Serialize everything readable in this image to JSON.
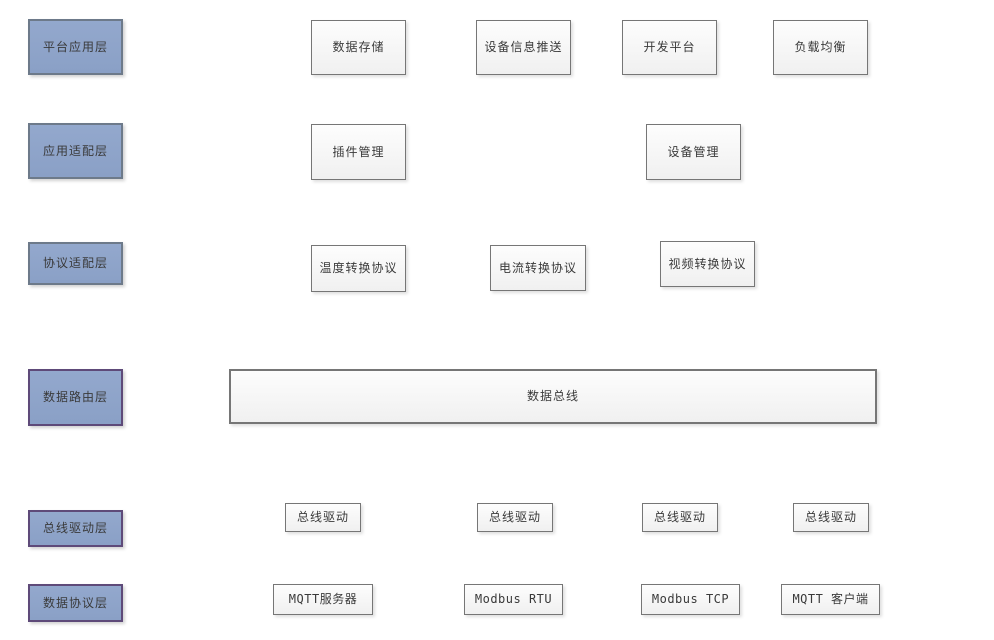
{
  "colors": {
    "layer_fill": "#8ea4c9",
    "layer_border_gray": "#6d7a8a",
    "layer_border_purple": "#5e4a79",
    "node_border": "#767676",
    "node_fill_top": "#fdfdfd",
    "node_fill_bottom": "#f0f0f0",
    "text": "#3a3a3a",
    "background": "#ffffff"
  },
  "layers": [
    {
      "label": "平台应用层"
    },
    {
      "label": "应用适配层"
    },
    {
      "label": "协议适配层"
    },
    {
      "label": "数据路由层"
    },
    {
      "label": "总线驱动层"
    },
    {
      "label": "数据协议层"
    }
  ],
  "platform_apps": [
    {
      "label": "数据存储"
    },
    {
      "label": "设备信息推送"
    },
    {
      "label": "开发平台"
    },
    {
      "label": "负载均衡"
    }
  ],
  "app_adapters": [
    {
      "label": "插件管理"
    },
    {
      "label": "设备管理"
    }
  ],
  "protocol_adapters": [
    {
      "label": "温度转换协议"
    },
    {
      "label": "电流转换协议"
    },
    {
      "label": "视频转换协议"
    }
  ],
  "data_bus": {
    "label": "数据总线"
  },
  "bus_drivers": [
    {
      "label": "总线驱动"
    },
    {
      "label": "总线驱动"
    },
    {
      "label": "总线驱动"
    },
    {
      "label": "总线驱动"
    }
  ],
  "data_protocols": [
    {
      "label": "MQTT服务器"
    },
    {
      "label": "Modbus RTU"
    },
    {
      "label": "Modbus TCP"
    },
    {
      "label": "MQTT 客户端"
    }
  ]
}
